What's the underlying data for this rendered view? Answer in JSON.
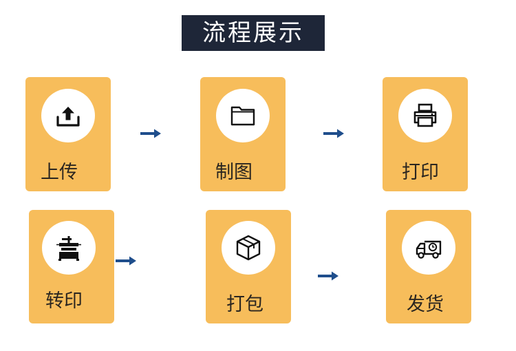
{
  "title": "流程展示",
  "colors": {
    "title_bg": "#1e2638",
    "card": "#f7bd5b",
    "arrow": "#1f4e8c"
  },
  "steps": [
    {
      "label": "上传",
      "icon": "upload-icon"
    },
    {
      "label": "制图",
      "icon": "folder-icon"
    },
    {
      "label": "打印",
      "icon": "printer-icon"
    },
    {
      "label": "转印",
      "icon": "heat-press-icon"
    },
    {
      "label": "打包",
      "icon": "package-box-icon"
    },
    {
      "label": "发货",
      "icon": "delivery-truck-icon"
    }
  ]
}
